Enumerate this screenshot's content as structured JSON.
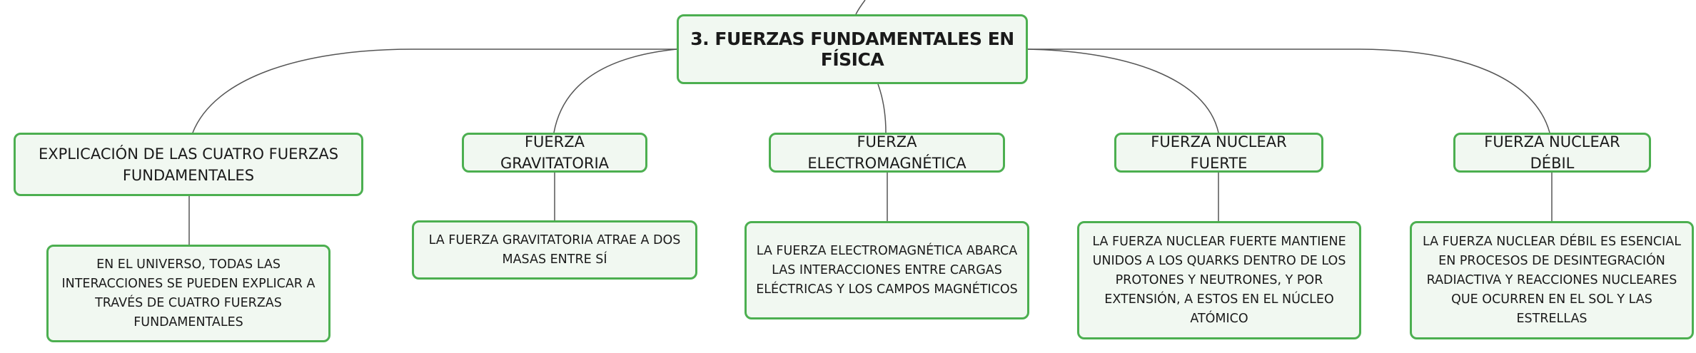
{
  "colors": {
    "border": "#4caf50",
    "fill": "#f1f8f1",
    "line": "#555555",
    "text": "#1a1a1a"
  },
  "root": {
    "label": "3. FUERZAS FUNDAMENTALES EN FÍSICA"
  },
  "branches": [
    {
      "label": "EXPLICACIÓN DE LAS CUATRO FUERZAS FUNDAMENTALES",
      "detail": "EN EL UNIVERSO, TODAS LAS INTERACCIONES SE PUEDEN EXPLICAR A TRAVÉS DE CUATRO FUERZAS FUNDAMENTALES"
    },
    {
      "label": "FUERZA GRAVITATORIA",
      "detail": "LA FUERZA GRAVITATORIA ATRAE A DOS MASAS ENTRE SÍ"
    },
    {
      "label": "FUERZA ELECTROMAGNÉTICA",
      "detail": "LA FUERZA ELECTROMAGNÉTICA ABARCA LAS INTERACCIONES ENTRE CARGAS ELÉCTRICAS Y LOS CAMPOS MAGNÉTICOS"
    },
    {
      "label": "FUERZA NUCLEAR FUERTE",
      "detail": "LA FUERZA NUCLEAR FUERTE MANTIENE UNIDOS A LOS QUARKS DENTRO DE LOS PROTONES Y NEUTRONES, Y POR EXTENSIÓN, A ESTOS EN EL NÚCLEO ATÓMICO"
    },
    {
      "label": "FUERZA NUCLEAR DÉBIL",
      "detail": "LA FUERZA NUCLEAR DÉBIL ES ESENCIAL EN PROCESOS DE DESINTEGRACIÓN RADIACTIVA Y REACCIONES NUCLEARES QUE OCURREN EN EL SOL Y LAS ESTRELLAS"
    }
  ]
}
